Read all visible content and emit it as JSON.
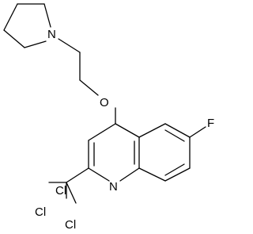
{
  "structure": {
    "atoms": [
      {
        "id": "n-pyrrolidine",
        "symbol": "N"
      },
      {
        "id": "o-ether",
        "symbol": "O"
      },
      {
        "id": "f-sub",
        "symbol": "F"
      },
      {
        "id": "n-quinoline",
        "symbol": "N"
      },
      {
        "id": "cl-1",
        "symbol": "Cl"
      },
      {
        "id": "cl-2",
        "symbol": "Cl"
      },
      {
        "id": "cl-3",
        "symbol": "Cl"
      }
    ]
  },
  "colors": {
    "bond": "#000000",
    "label": "#000000",
    "background": "#ffffff"
  }
}
